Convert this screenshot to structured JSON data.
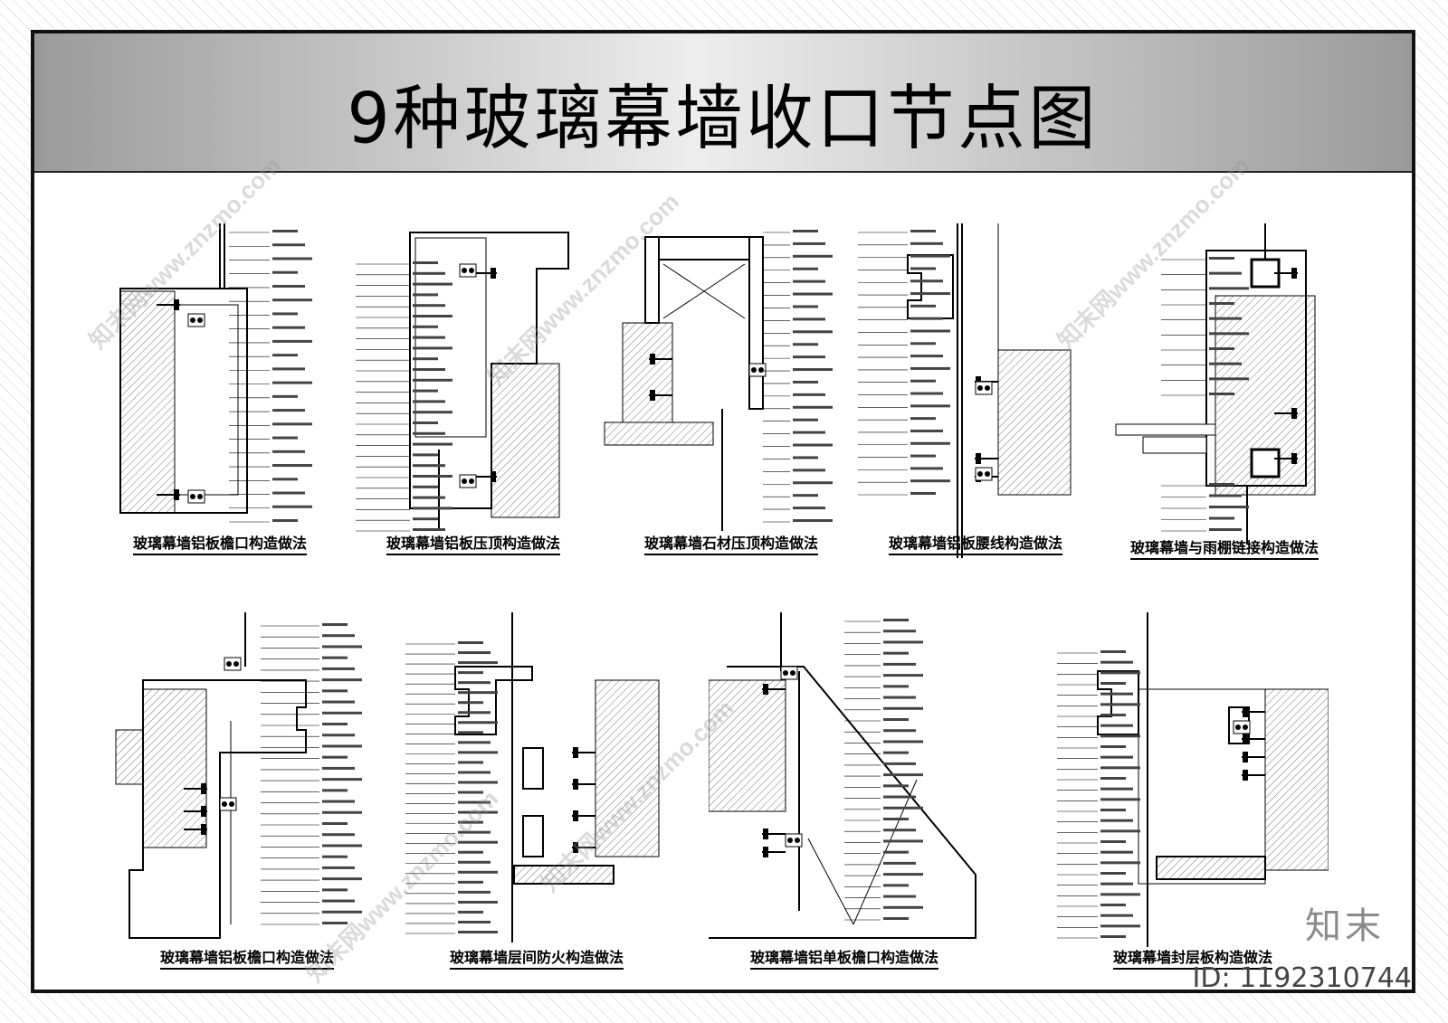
{
  "title": "9种玻璃幕墙收口节点图",
  "details": [
    {
      "caption": "玻璃幕墙铝板檐口构造做法",
      "variant": "a"
    },
    {
      "caption": "玻璃幕墙铝板压顶构造做法",
      "variant": "b"
    },
    {
      "caption": "玻璃幕墙石材压顶构造做法",
      "variant": "c"
    },
    {
      "caption": "玻璃幕墙铝板腰线构造做法",
      "variant": "d"
    },
    {
      "caption": "玻璃幕墙与雨棚链接构造做法",
      "variant": "e"
    },
    {
      "caption": "玻璃幕墙铝板檐口构造做法",
      "variant": "f"
    },
    {
      "caption": "玻璃幕墙层间防火构造做法",
      "variant": "g"
    },
    {
      "caption": "玻璃幕墙铝单板檐口构造做法",
      "variant": "h"
    },
    {
      "caption": "玻璃幕墙封层板构造做法",
      "variant": "i"
    }
  ],
  "watermark_text": "知末网www.znzmo.com",
  "logo_text": "知末",
  "id_text": "ID: 1192310744",
  "colors": {
    "line": "#000000",
    "hatch": "#555555",
    "band_dark": "#9a9a9a",
    "band_light": "#ededed"
  }
}
